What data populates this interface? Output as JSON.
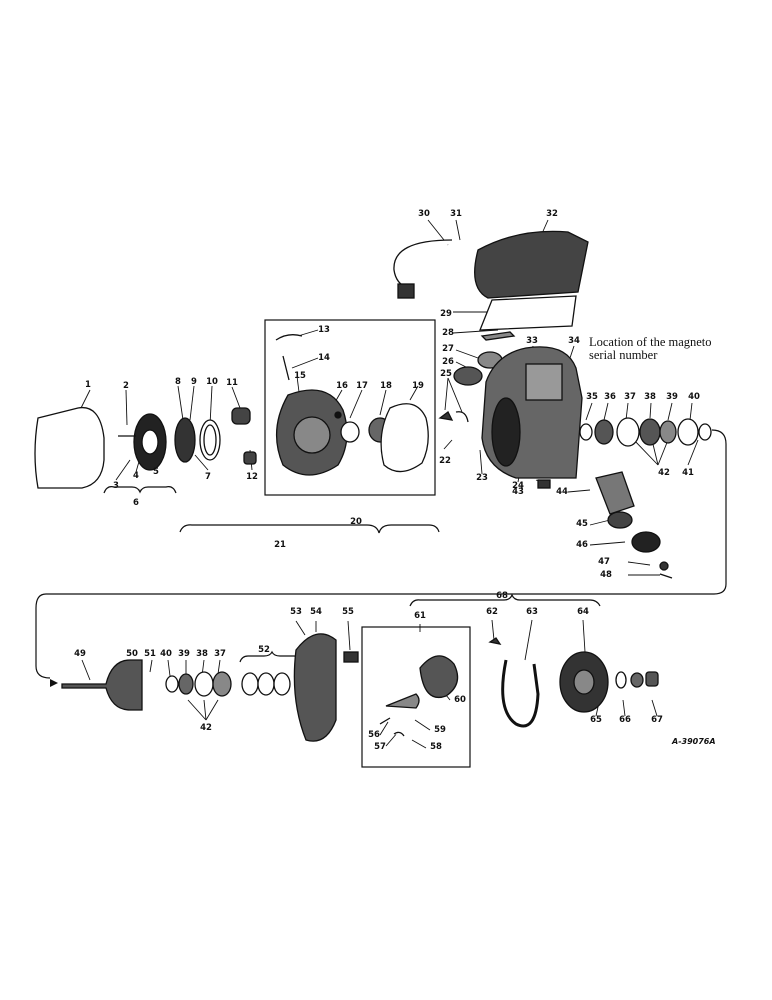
{
  "figure": {
    "reference": "A-39076A",
    "note_line1": "Location of the magneto",
    "note_line2": "serial number"
  },
  "callouts": [
    "1",
    "2",
    "3",
    "4",
    "5",
    "6",
    "7",
    "8",
    "9",
    "10",
    "11",
    "12",
    "13",
    "14",
    "15",
    "16",
    "17",
    "18",
    "19",
    "20",
    "21",
    "22",
    "23",
    "24",
    "25",
    "26",
    "27",
    "28",
    "29",
    "30",
    "31",
    "32",
    "33",
    "34",
    "35",
    "36",
    "37",
    "38",
    "39",
    "40",
    "41",
    "42",
    "43",
    "44",
    "45",
    "46",
    "47",
    "48",
    "49",
    "50",
    "51",
    "40",
    "39",
    "38",
    "37",
    "52",
    "42",
    "53",
    "54",
    "55",
    "56",
    "57",
    "58",
    "59",
    "60",
    "61",
    "62",
    "63",
    "64",
    "65",
    "66",
    "67",
    "68"
  ],
  "colors": {
    "ink": "#111111",
    "paper": "#ffffff"
  }
}
